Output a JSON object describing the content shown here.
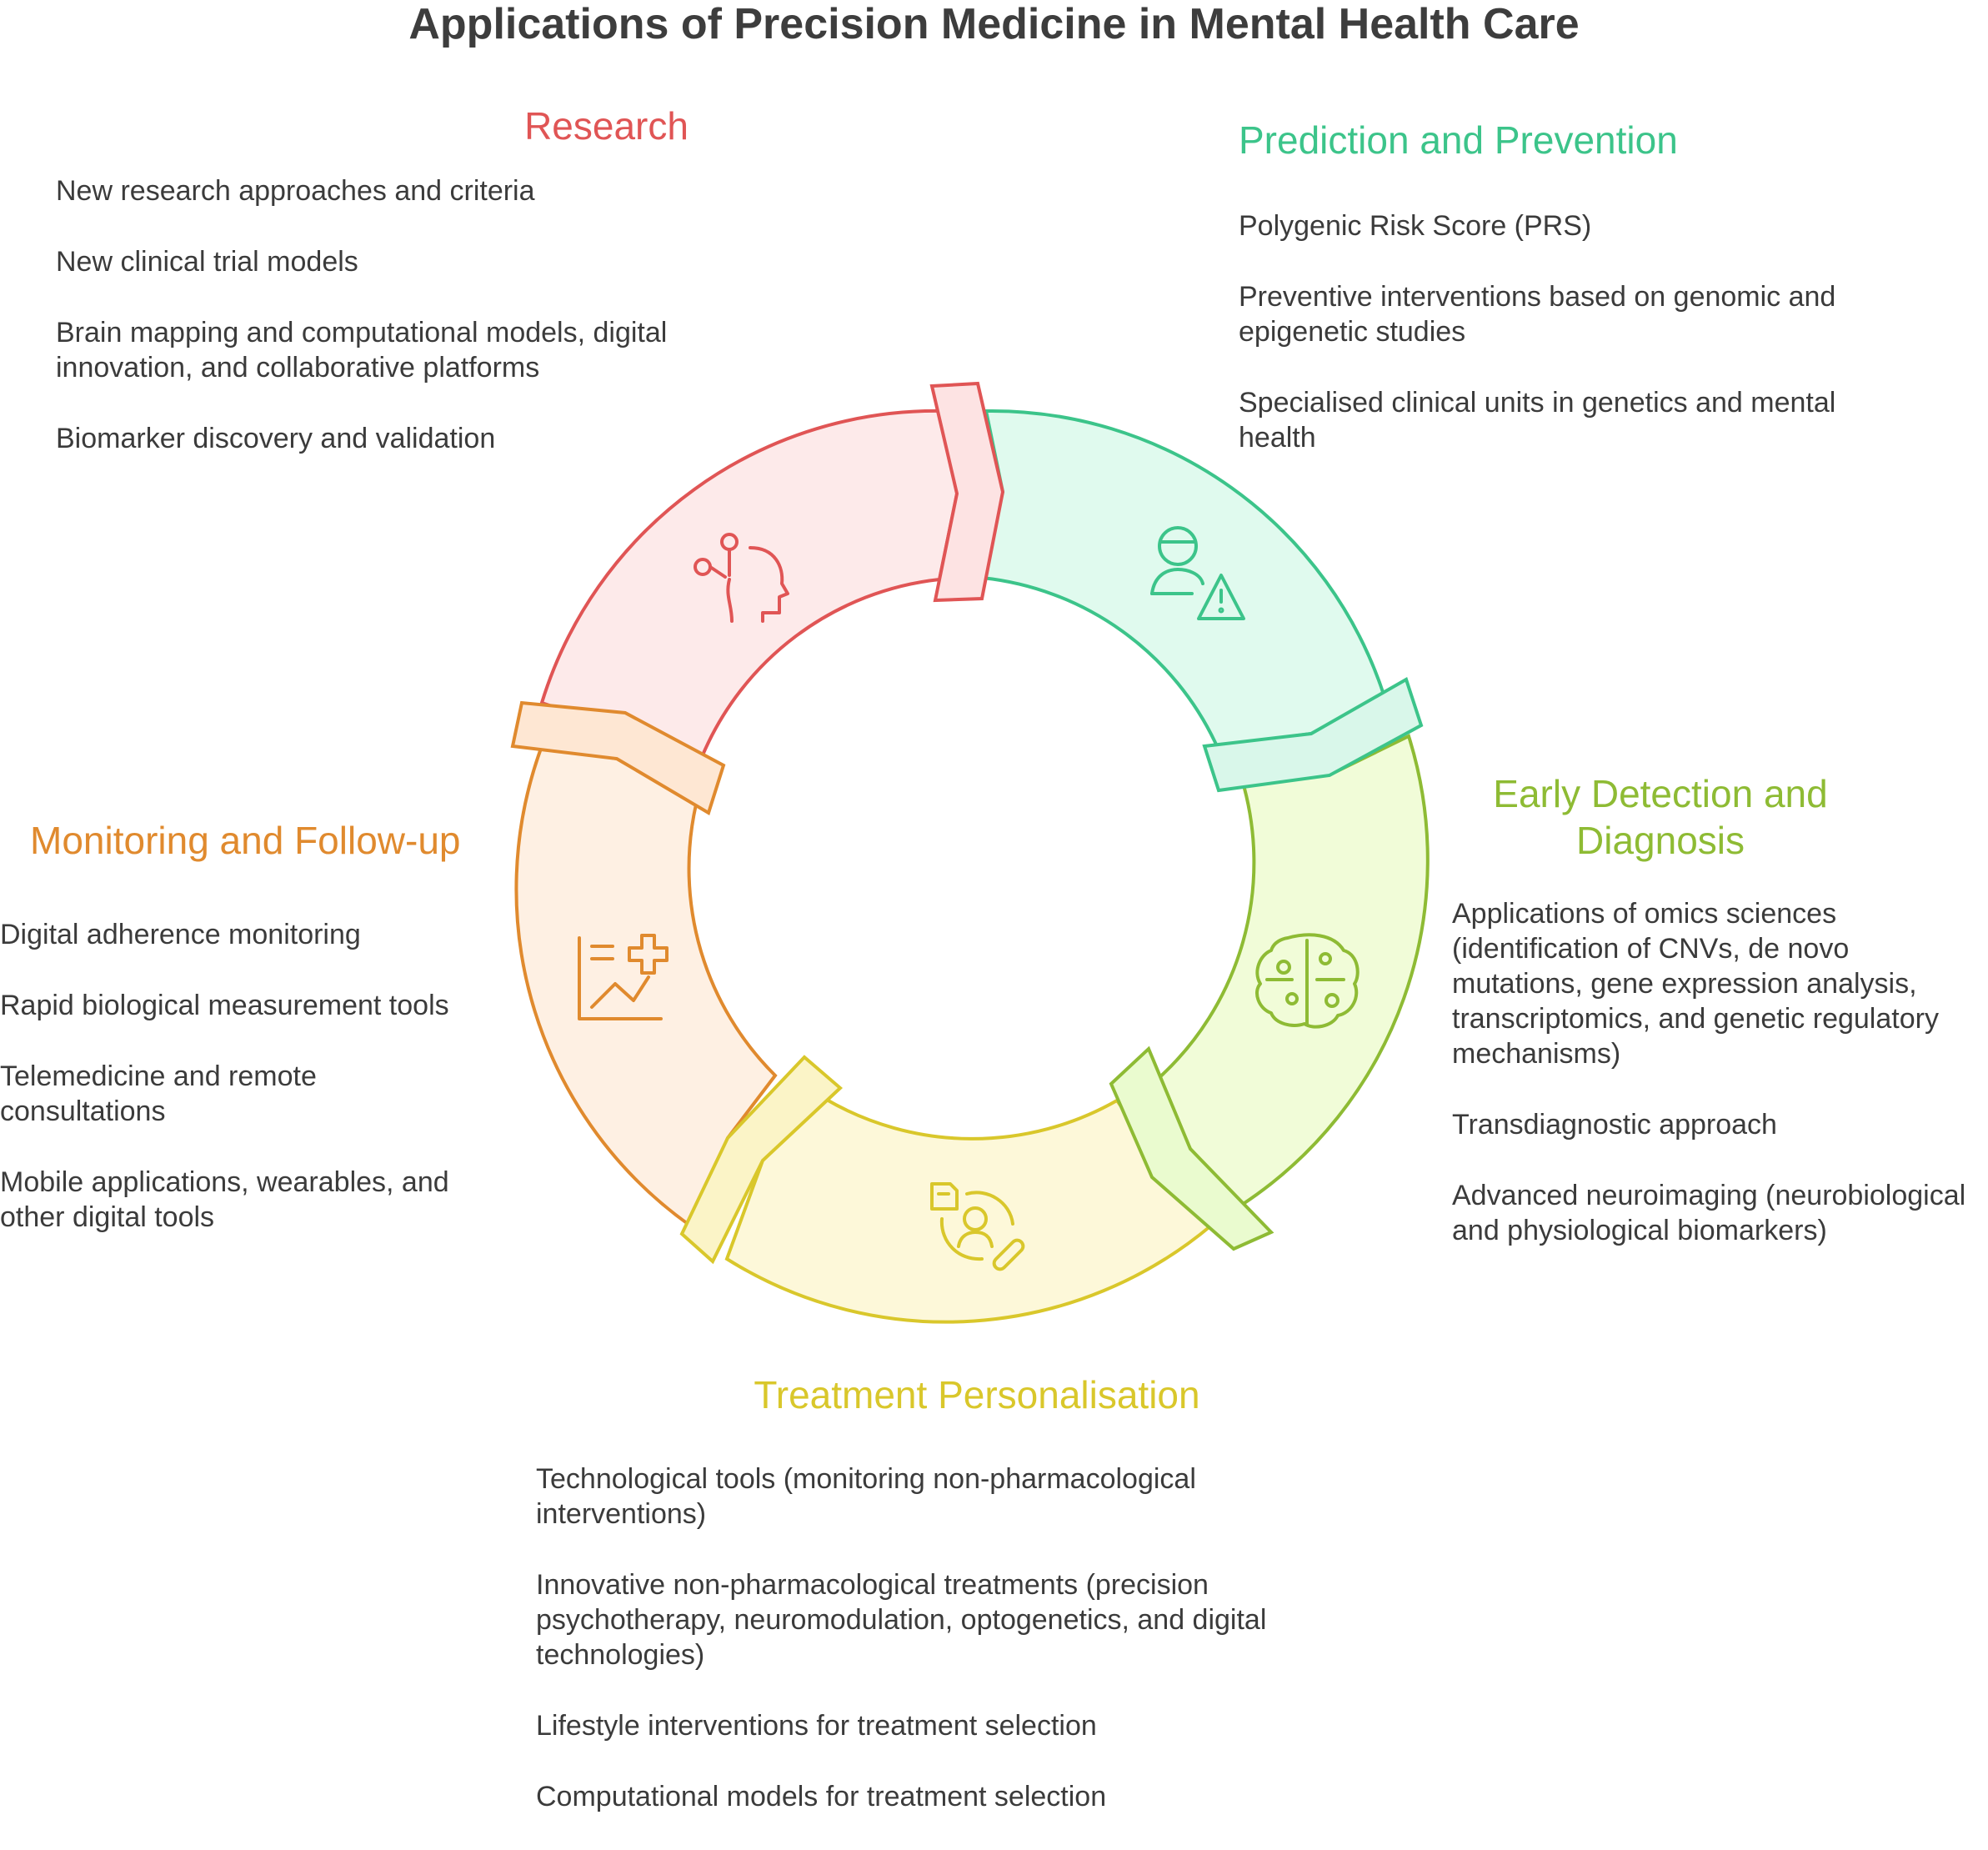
{
  "title": "Applications of Precision Medicine in Mental Health Care",
  "colors": {
    "research": "#e05555",
    "prediction": "#3cc48a",
    "detection": "#8ebb34",
    "treatment": "#d9c72b",
    "monitoring": "#e08a2e"
  },
  "sections": {
    "research": {
      "heading": "Research",
      "icon": "head-nodes-icon",
      "items": [
        "New research approaches and criteria",
        "New clinical trial models",
        "Brain mapping and computational models, digital innovation, and collaborative platforms",
        "Biomarker discovery and validation"
      ]
    },
    "prediction": {
      "heading": "Prediction and Prevention",
      "icon": "person-warning-icon",
      "items": [
        "Polygenic Risk Score (PRS)",
        "Preventive interventions based on genomic and epigenetic studies",
        "Specialised clinical units in genetics and mental health"
      ]
    },
    "detection": {
      "heading": "Early Detection and Diagnosis",
      "icon": "brain-circuit-icon",
      "items": [
        "Applications of omics sciences (identification of CNVs, de novo mutations, gene expression analysis, transcriptomics, and genetic regulatory mechanisms)",
        "Transdiagnostic approach",
        "Advanced neuroimaging (neurobiological and physiological biomarkers)"
      ]
    },
    "treatment": {
      "heading": "Treatment Personalisation",
      "icon": "patient-pill-icon",
      "items": [
        "Technological tools (monitoring non-pharmacological interventions)",
        "Innovative non-pharmacological treatments (precision psychotherapy, neuromodulation, optogenetics, and digital technologies)",
        "Lifestyle interventions for treatment selection",
        "Computational models for treatment selection"
      ]
    },
    "monitoring": {
      "heading": "Monitoring and Follow-up",
      "icon": "chart-health-icon",
      "items": [
        "Digital adherence monitoring",
        "Rapid biological measurement tools",
        "Telemedicine and remote consultations",
        "Mobile applications, wearables, and other digital tools"
      ]
    }
  }
}
